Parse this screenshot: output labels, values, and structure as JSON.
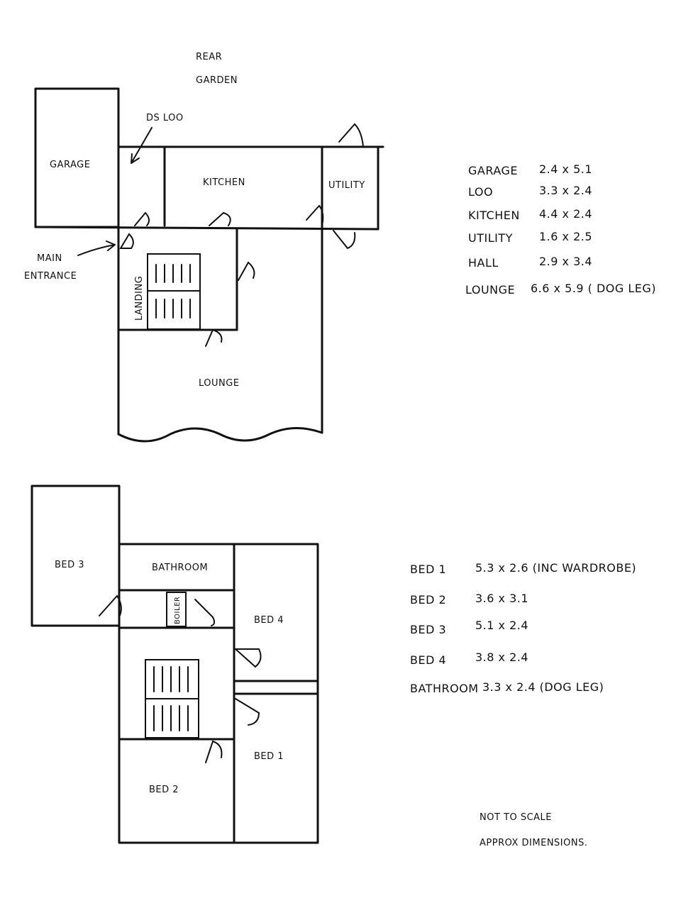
{
  "ground_floor": {
    "labels": {
      "rear_garden_1": "REAR",
      "rear_garden_2": "GARDEN",
      "garage": "GARAGE",
      "ds_loo": "DS LOO",
      "kitchen": "KITCHEN",
      "utility": "UTILITY",
      "main_entrance_1": "MAIN",
      "main_entrance_2": "ENTRANCE",
      "landing": "LANDING",
      "lounge": "LOUNGE"
    },
    "dimensions": [
      {
        "room": "GARAGE",
        "size": "2.4 x 5.1"
      },
      {
        "room": "LOO",
        "size": "3.3 x 2.4"
      },
      {
        "room": "KITCHEN",
        "size": "4.4 x 2.4"
      },
      {
        "room": "UTILITY",
        "size": "1.6 x 2.5"
      },
      {
        "room": "HALL",
        "size": "2.9 x 3.4"
      },
      {
        "room": "LOUNGE",
        "size": "6.6 x 5.9 ( DOG LEG)"
      }
    ]
  },
  "first_floor": {
    "labels": {
      "bed3": "BED 3",
      "bathroom": "BATHROOM",
      "boiler": "BOILER",
      "bed4": "BED 4",
      "bed1": "BED 1",
      "bed2": "BED 2"
    },
    "dimensions": [
      {
        "room": "BED 1",
        "size": "5.3 x 2.6  (INC WARDROBE)"
      },
      {
        "room": "BED 2",
        "size": "3.6 x 3.1"
      },
      {
        "room": "BED 3",
        "size": "5.1  x 2.4"
      },
      {
        "room": "BED 4",
        "size": "3.8  x 2.4"
      },
      {
        "room": "BATHROOM",
        "size": "3.3 x 2.4  (DOG LEG)"
      }
    ]
  },
  "notes": {
    "line1": "NOT TO SCALE",
    "line2": "APPROX DIMENSIONS."
  }
}
